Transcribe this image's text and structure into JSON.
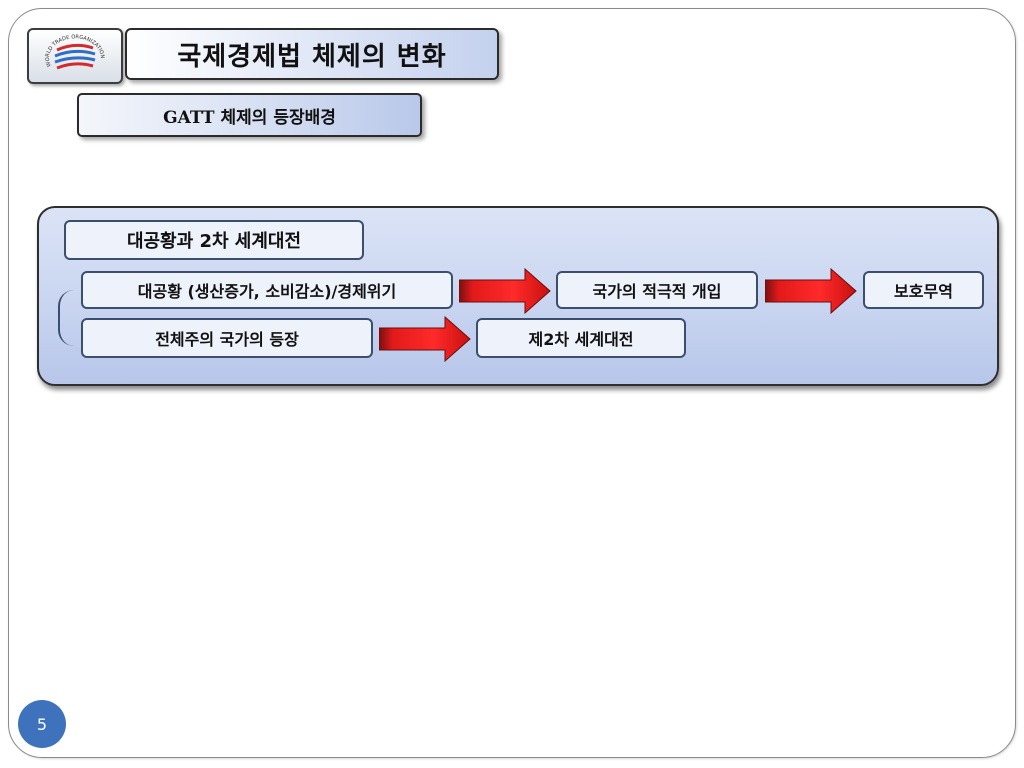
{
  "header": {
    "title": "국제경제법 체제의 변화",
    "subtitle": "GATT 체제의 등장배경"
  },
  "logo": {
    "name": "wto-logo",
    "ring_text": "WORLD TRADE ORGANIZATION"
  },
  "diagram": {
    "heading": "대공황과 2차 세계대전",
    "row1": {
      "cause": "대공황 (생산증가, 소비감소)/경제위기",
      "step": "국가의 적극적 개입",
      "result": "보호무역"
    },
    "row2": {
      "cause": "전체주의 국가의 등장",
      "result": "제2차 세계대전"
    }
  },
  "footer": {
    "page_number": "5"
  },
  "colors": {
    "arrow_red": "#e21a1a",
    "node_border": "#3a4f6e",
    "page_badge": "#3f72bd"
  }
}
